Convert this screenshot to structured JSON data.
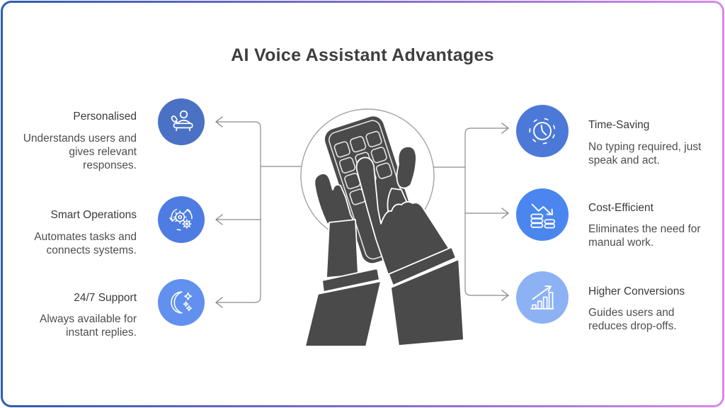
{
  "title": "AI Voice Assistant Advantages",
  "center_illustration": "hands-using-smartphone",
  "left_items": [
    {
      "title": "Personalised",
      "lines": [
        "Understands users and",
        "gives relevant",
        "responses."
      ],
      "icon": "speaker-podium-icon",
      "color": "#4a71c4"
    },
    {
      "title": "Smart Operations",
      "lines": [
        "Automates tasks and",
        "connects systems."
      ],
      "icon": "automation-gears-icon",
      "color": "#4d7ce2"
    },
    {
      "title": "24/7 Support",
      "lines": [
        "Always available for",
        "instant replies."
      ],
      "icon": "moon-stars-icon",
      "color": "#6190ee"
    }
  ],
  "right_items": [
    {
      "title": "Time-Saving",
      "lines": [
        "No typing required, just",
        "speak and act."
      ],
      "icon": "clock-icon",
      "color": "#4c79d8"
    },
    {
      "title": "Cost-Efficient",
      "lines": [
        "Eliminates the need for",
        "manual work."
      ],
      "icon": "coins-decrease-icon",
      "color": "#4b86ef"
    },
    {
      "title": "Higher Conversions",
      "lines": [
        "Guides users and",
        "reduces drop-offs."
      ],
      "icon": "growth-chart-icon",
      "color": "#8cb2f4"
    }
  ],
  "style": {
    "border_gradient": [
      "#2f5cb0",
      "#8a6fd4",
      "#d48be8"
    ],
    "connector_color": "#8a8a8a",
    "illustration_color": "#4a4a4a",
    "circle_outline_color": "#a3a3a3",
    "title_color": "#3e3e3e"
  }
}
